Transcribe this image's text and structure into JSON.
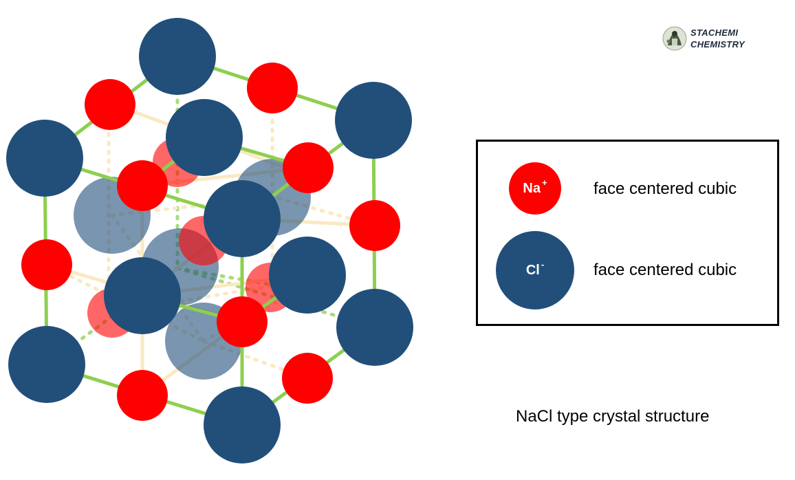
{
  "logo": {
    "line1": "STACHEMI",
    "line2": "CHEMISTRY"
  },
  "legend": {
    "sodium": {
      "symbol": "Na",
      "charge": "+",
      "description": "face centered cubic"
    },
    "chloride": {
      "symbol": "Cl",
      "charge": "-",
      "description": "face centered cubic"
    }
  },
  "caption": "NaCl type crystal structure",
  "colors": {
    "sodium": "#ff0000",
    "chloride": "#214f7a",
    "frame_edge": "#8dcf4f",
    "inner_edge": "#fbe9c2",
    "legend_border": "#000000"
  }
}
